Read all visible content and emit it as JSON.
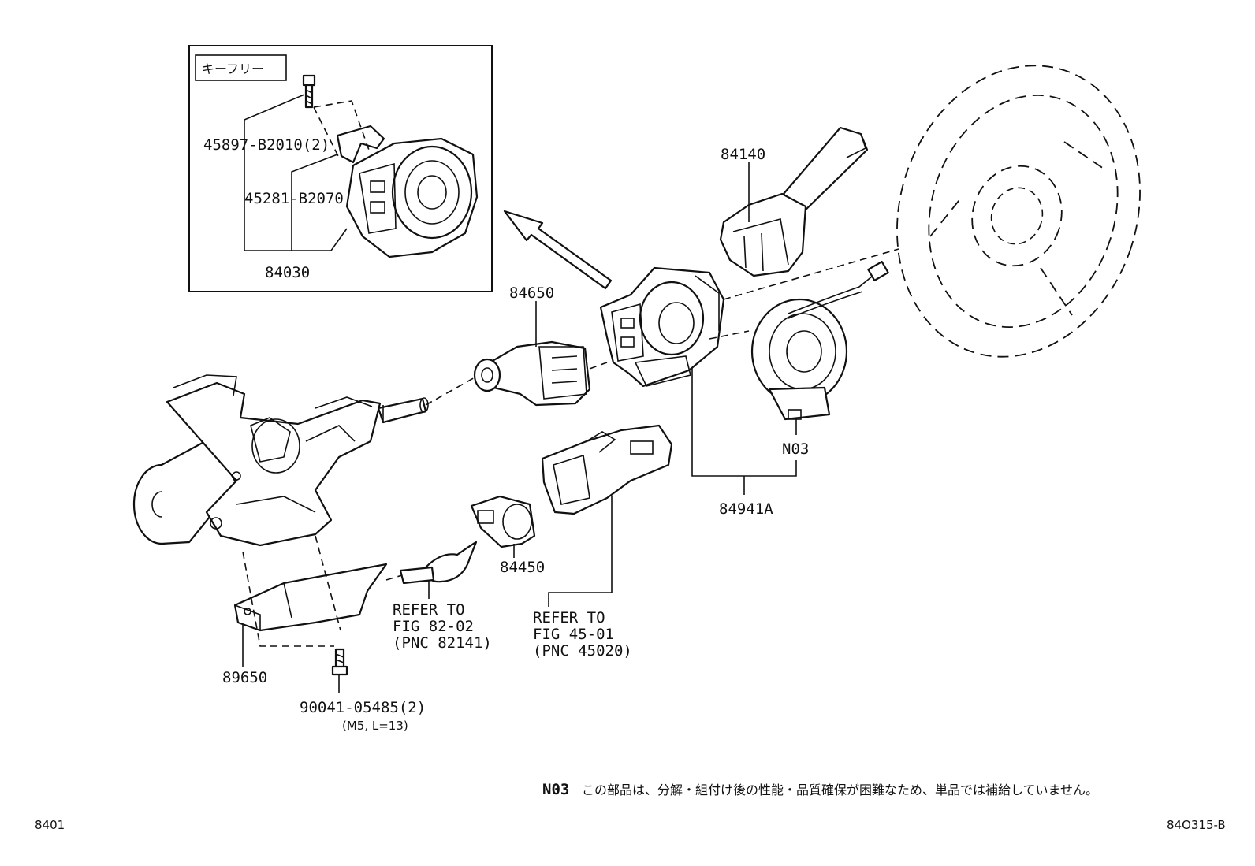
{
  "inset": {
    "title": "キーフリー",
    "parts": {
      "bolt": "45897-B2010(2)",
      "bracket": "45281-B2070",
      "assembly": "84030"
    }
  },
  "parts": {
    "turn_switch": "84140",
    "wiper_switch": "84650",
    "spiral_cable": "N03",
    "clock_spring_assy": "84941A",
    "ignition_switch": "84450",
    "steering_column_cover": "89650",
    "screw": "90041-05485(2)",
    "screw_spec": "(M5, L=13)"
  },
  "references": {
    "ref_82": [
      "REFER TO",
      "FIG 82-02",
      "(PNC 82141)"
    ],
    "ref_45": [
      "REFER TO",
      "FIG 45-01",
      "(PNC 45020)"
    ]
  },
  "footnote": {
    "code": "N03",
    "text": "この部品は、分解・組付け後の性能・品質確保が困難なため、単品では補給していません。"
  },
  "footer": {
    "page_code": "8401",
    "figure_code": "84O315-B"
  }
}
